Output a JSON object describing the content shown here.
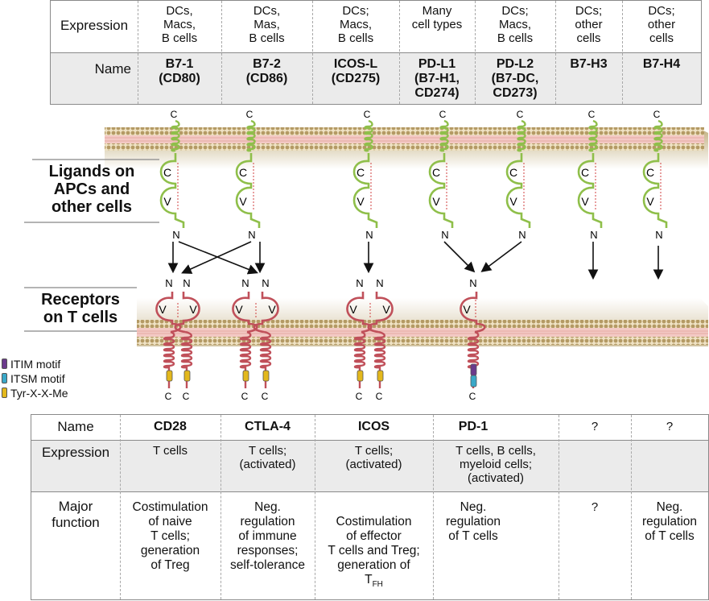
{
  "top_table": {
    "row_expression_label": "Expression",
    "row_name_label": "Name",
    "columns": [
      {
        "expression": "DCs,\nMacs,\nB cells",
        "name": "B7-1\n(CD80)"
      },
      {
        "expression": "DCs,\nMas,\nB cells",
        "name": "B7-2\n(CD86)"
      },
      {
        "expression": "DCs;\nMacs,\nB cells",
        "name": "ICOS-L\n(CD275)"
      },
      {
        "expression": "Many\ncell types",
        "name": "PD-L1\n(B7-H1,\nCD274)"
      },
      {
        "expression": "DCs;\nMacs,\nB cells",
        "name": "PD-L2\n(B7-DC,\nCD273)"
      },
      {
        "expression": "DCs;\nother\ncells",
        "name": "B7-H3"
      },
      {
        "expression": "DCs;\nother\ncells",
        "name": "B7-H4"
      }
    ]
  },
  "side_labels": {
    "ligands": "Ligands on\nAPCs and\nother cells",
    "receptors": "Receptors\non T cells"
  },
  "domain_letters": {
    "c_domain": "C",
    "v_domain": "V",
    "n_term": "N",
    "c_term": "C"
  },
  "legend": [
    {
      "label": "ITIM motif",
      "color": "#6b3a8c"
    },
    {
      "label": "ITSM motif",
      "color": "#3aa8c8"
    },
    {
      "label": "Tyr-X-X-Me",
      "color": "#e3b81c"
    }
  ],
  "colors": {
    "ligand": "#8fbf4a",
    "receptor": "#c0505a",
    "membrane_head": "#b8a070",
    "membrane_tail": "#f0c8c4"
  },
  "bottom_table": {
    "row_name_label": "Name",
    "row_expression_label": "Expression",
    "row_function_label": "Major\nfunction",
    "columns": [
      {
        "name": "CD28",
        "expression": "T cells",
        "function": "Costimulation\nof naive\nT cells;\ngeneration\nof Treg"
      },
      {
        "name": "CTLA-4",
        "expression": "T cells;\n(activated)",
        "function": "Neg.\nregulation\nof immune\nresponses;\nself-tolerance"
      },
      {
        "name": "ICOS",
        "expression": "T cells;\n(activated)",
        "function": "Costimulation\nof effector\nT cells and Treg;\ngeneration of\nT",
        "function_sub": "FH"
      },
      {
        "name": "PD-1",
        "expression": "T cells, B cells,\nmyeloid cells;\n(activated)",
        "function": "Neg.\nregulation\nof T cells"
      },
      {
        "name": "?",
        "expression": "",
        "function": "?"
      },
      {
        "name": "?",
        "expression": "",
        "function": "Neg.\nregulation\nof T cells"
      }
    ]
  }
}
